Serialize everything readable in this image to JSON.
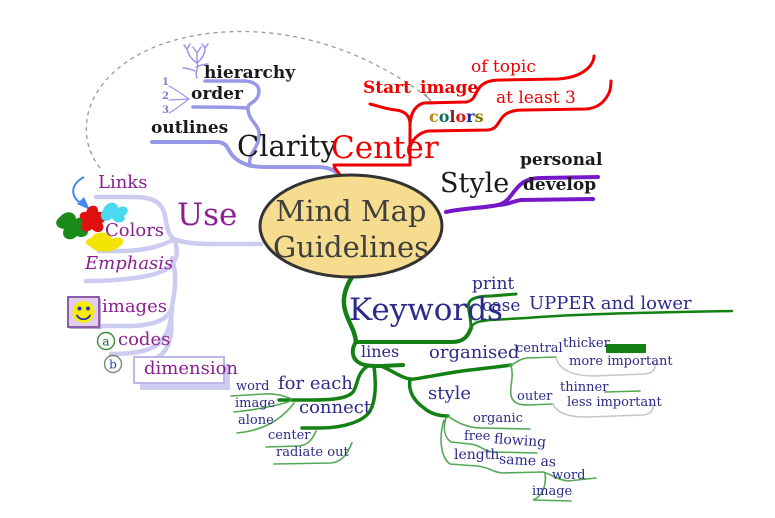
{
  "palette": {
    "ellipse_fill": "#f6dc8e",
    "ellipse_border": "#333333",
    "red": "#ee0000",
    "periwinkle": "#9898e8",
    "lavender": "#ccccf2",
    "purple": "#7718c8",
    "green": "#128012",
    "green_light": "#55a855",
    "navy": "#2b2b8a",
    "purple_text": "#8b2190",
    "gray_arc": "#c6c6c6",
    "dash_gray": "#999999",
    "blue_arrow": "#4488ee"
  },
  "center_node": {
    "line1": "Mind Map",
    "line2": "Guidelines"
  },
  "clarity": {
    "label": "Clarity",
    "hierarchy": "hierarchy",
    "order": "order",
    "outlines": "outlines",
    "numbers": [
      "1",
      "2",
      "3"
    ]
  },
  "center_branch": {
    "label": "Center",
    "start": "Start",
    "image": "image",
    "of_topic": "of topic",
    "at_least": "at least 3",
    "colors_letters": [
      "c",
      "o",
      "l",
      "o",
      "r",
      "s"
    ],
    "colors_letter_colors": [
      "#b8860b",
      "#0f6b5c",
      "#8b1a1a",
      "#e01313",
      "#27278f",
      "#7a7a00"
    ]
  },
  "style_branch": {
    "label": "Style",
    "personal": "personal",
    "develop": "develop"
  },
  "use_branch": {
    "label": "Use",
    "links": "Links",
    "colors": "Colors",
    "emphasis": "Emphasis",
    "images": "images",
    "codes": "codes",
    "code_a": "a",
    "code_b": "b",
    "dimension": "dimension"
  },
  "keywords_branch": {
    "label": "Keywords",
    "print": "print",
    "case": "case",
    "upper_lower": "UPPER and lower",
    "lines": "lines",
    "organised": "organised",
    "central": "central",
    "thicker": "thicker",
    "more_important": "more important",
    "thinner": "thinner",
    "outer": "outer",
    "less_important": "less important",
    "for_each": "for each",
    "word": "word",
    "image": "image",
    "alone": "alone",
    "connect": "connect",
    "center": "center",
    "radiate_out": "radiate out",
    "style": "style",
    "organic": "organic",
    "free": "free",
    "flowing": "flowing",
    "length": "length",
    "same_as": "same as",
    "word_2": "word",
    "image_2": "image"
  }
}
